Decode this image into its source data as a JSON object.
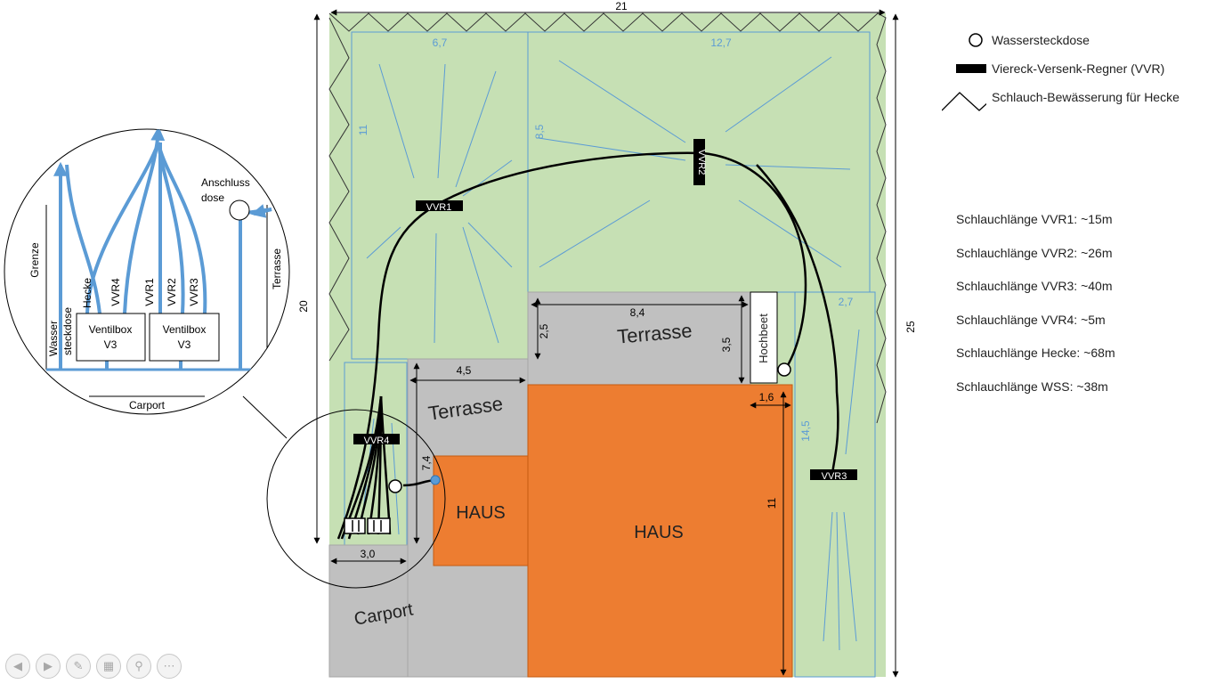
{
  "dimensions": {
    "top_width": "21",
    "left_height": "20",
    "right_height": "25",
    "lawn_left_width": "6,7",
    "lawn_right_width": "12,7",
    "lawn_left_height": "11",
    "lawn_right_height": "8,5",
    "terrace_right_width": "8,4",
    "terrace_right_height": "2,5",
    "terrace_right_height2": "3,5",
    "terrace_left_width": "4,5",
    "terrace_left_height": "7,4",
    "right_strip_width": "2,7",
    "right_strip_height": "14,5",
    "gap_width": "1,6",
    "house_height": "11",
    "carport_width": "3,0"
  },
  "areas": {
    "terrace_right": "Terrasse",
    "terrace_left": "Terrasse",
    "house_small": "HAUS",
    "house_main": "HAUS",
    "carport": "Carport",
    "raised_bed": "Hochbeet"
  },
  "sprinklers": {
    "vvr1": "VVR1",
    "vvr2": "VVR2",
    "vvr3": "VVR3",
    "vvr4": "VVR4"
  },
  "detail": {
    "border": "Grenze",
    "terrace": "Terrasse",
    "carport": "Carport",
    "connection_line1": "Anschluss",
    "connection_line2": "dose",
    "water_socket_line1": "Wasser",
    "water_socket_line2": "steckdose",
    "hedge": "Hecke",
    "vvr4": "VVR4",
    "vvr1": "VVR1",
    "vvr2": "VVR2",
    "vvr3": "VVR3",
    "valvebox1_line1": "Ventilbox",
    "valvebox1_line2": "V3",
    "valvebox2_line1": "Ventilbox",
    "valvebox2_line2": "V3"
  },
  "legend": {
    "water_socket": "Wassersteckdose",
    "sprinkler": "Viereck-Versenk-Regner (VVR)",
    "hedge_hose": "Schlauch-Bewässerung für Hecke"
  },
  "hose_lengths": [
    "Schlauchlänge VVR1: ~15m",
    "Schlauchlänge VVR2: ~26m",
    "Schlauchlänge VVR3: ~40m",
    "Schlauchlänge VVR4: ~5m",
    "Schlauchlänge Hecke: ~68m",
    "Schlauchlänge WSS: ~38m"
  ],
  "toolbar": {
    "prev_icon": "◀",
    "next_icon": "▶",
    "pen_icon": "✎",
    "slides_icon": "▦",
    "zoom_icon": "⚲",
    "more_icon": "⋯"
  },
  "colors": {
    "lawn": "#c6e0b4",
    "lawn_line": "#5b9bd5",
    "paving": "#c0c0c0",
    "house": "#ed7d31",
    "pipe_blue": "#5b9bd5",
    "hose": "#000000"
  }
}
